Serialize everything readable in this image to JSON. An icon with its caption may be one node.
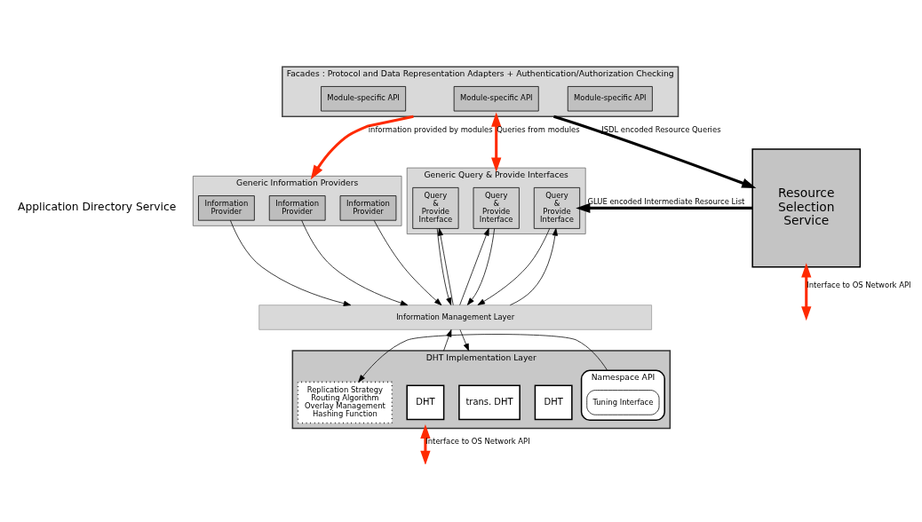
{
  "diagram": {
    "nodes": [
      {
        "text": [
          "Facades : Protocol and Data Representation Adapters + Authentication/Authorization Checking"
        ]
      },
      {
        "text": [
          "Module-specific API"
        ],
        "in": 0
      },
      {
        "text": [
          "Module-specific API"
        ],
        "in": 0
      },
      {
        "text": [
          "Module-specific API"
        ],
        "in": 0
      },
      {
        "text": [
          "Resource Selection Service"
        ]
      },
      {
        "text": [
          "Generic Information Providers"
        ]
      },
      {
        "text": [
          "Information Provider"
        ],
        "in": 5
      },
      {
        "text": [
          "Information Provider"
        ],
        "in": 5
      },
      {
        "text": [
          "Information Provider"
        ],
        "in": 5
      },
      {
        "text": [
          "Generic Query & Provide Interfaces"
        ]
      },
      {
        "text": [
          "Query & Provide Interface"
        ],
        "in": 9
      },
      {
        "text": [
          "Query & Provide Interface"
        ],
        "in": 9
      },
      {
        "text": [
          "Query & Provide Interface"
        ],
        "in": 9
      },
      {
        "text": [
          "Information Management Layer"
        ]
      },
      {
        "text": [
          "DHT Implementation Layer"
        ]
      },
      {
        "text": [
          "DHT"
        ],
        "in": 14
      },
      {
        "text": [
          "DHT"
        ],
        "in": 14
      },
      {
        "text": [
          "trans. DHT"
        ],
        "in": 14
      },
      {
        "text": [
          "Namespace API"
        ],
        "in": 14
      },
      {
        "text": [
          "Tuning Interface"
        ],
        "in": 18
      },
      {
        "text": [
          "Replication Strategy",
          "Routing Algorithm",
          "Overlay Management",
          "Hashing Function"
        ],
        "in": 14
      }
    ],
    "edges": [
      {
        "from": 0,
        "to": 5,
        "arrow": "to",
        "label": "information provided by modules",
        "style": "thick",
        "color": "#ff2a00"
      },
      {
        "from": 0,
        "to": 9,
        "arrow": "both",
        "label": "Queries from modules",
        "style": "thick",
        "color": "#ff2a00"
      },
      {
        "from": 0,
        "to": 4,
        "arrow": "to",
        "label": "JSDL encoded Resource Queries",
        "style": "thick"
      },
      {
        "from": 4,
        "to": 12,
        "arrow": "to",
        "label": "GLUE encoded Intermediate Resource List",
        "style": "thick"
      },
      {
        "from": 6,
        "to": 13,
        "arrow": "to"
      },
      {
        "from": 7,
        "to": 13,
        "arrow": "to"
      },
      {
        "from": 8,
        "to": 13,
        "arrow": "to"
      },
      {
        "from": 13,
        "to": 10,
        "arrow": "to"
      },
      {
        "from": 10,
        "to": 13,
        "arrow": "to"
      },
      {
        "from": 13,
        "to": 11,
        "arrow": "to"
      },
      {
        "from": 11,
        "to": 13,
        "arrow": "to"
      },
      {
        "from": 13,
        "to": 12,
        "arrow": "to"
      },
      {
        "from": 12,
        "to": 13,
        "arrow": "to"
      },
      {
        "from": 14,
        "to": 13,
        "arrow": "to"
      },
      {
        "from": 13,
        "to": 14,
        "arrow": "to"
      },
      {
        "from": 18,
        "to": 20,
        "arrow": "to"
      },
      {
        "from": 14,
        "to": null,
        "arrow": "both",
        "label": "Interface to OS Network API",
        "style": "thick",
        "color": "#ff2a00"
      },
      {
        "from": 4,
        "to": null,
        "arrow": "both",
        "label": "Interface to OS Network API",
        "style": "thick",
        "color": "#ff2a00"
      }
    ],
    "labels": [
      "Application Directory Service"
    ]
  }
}
